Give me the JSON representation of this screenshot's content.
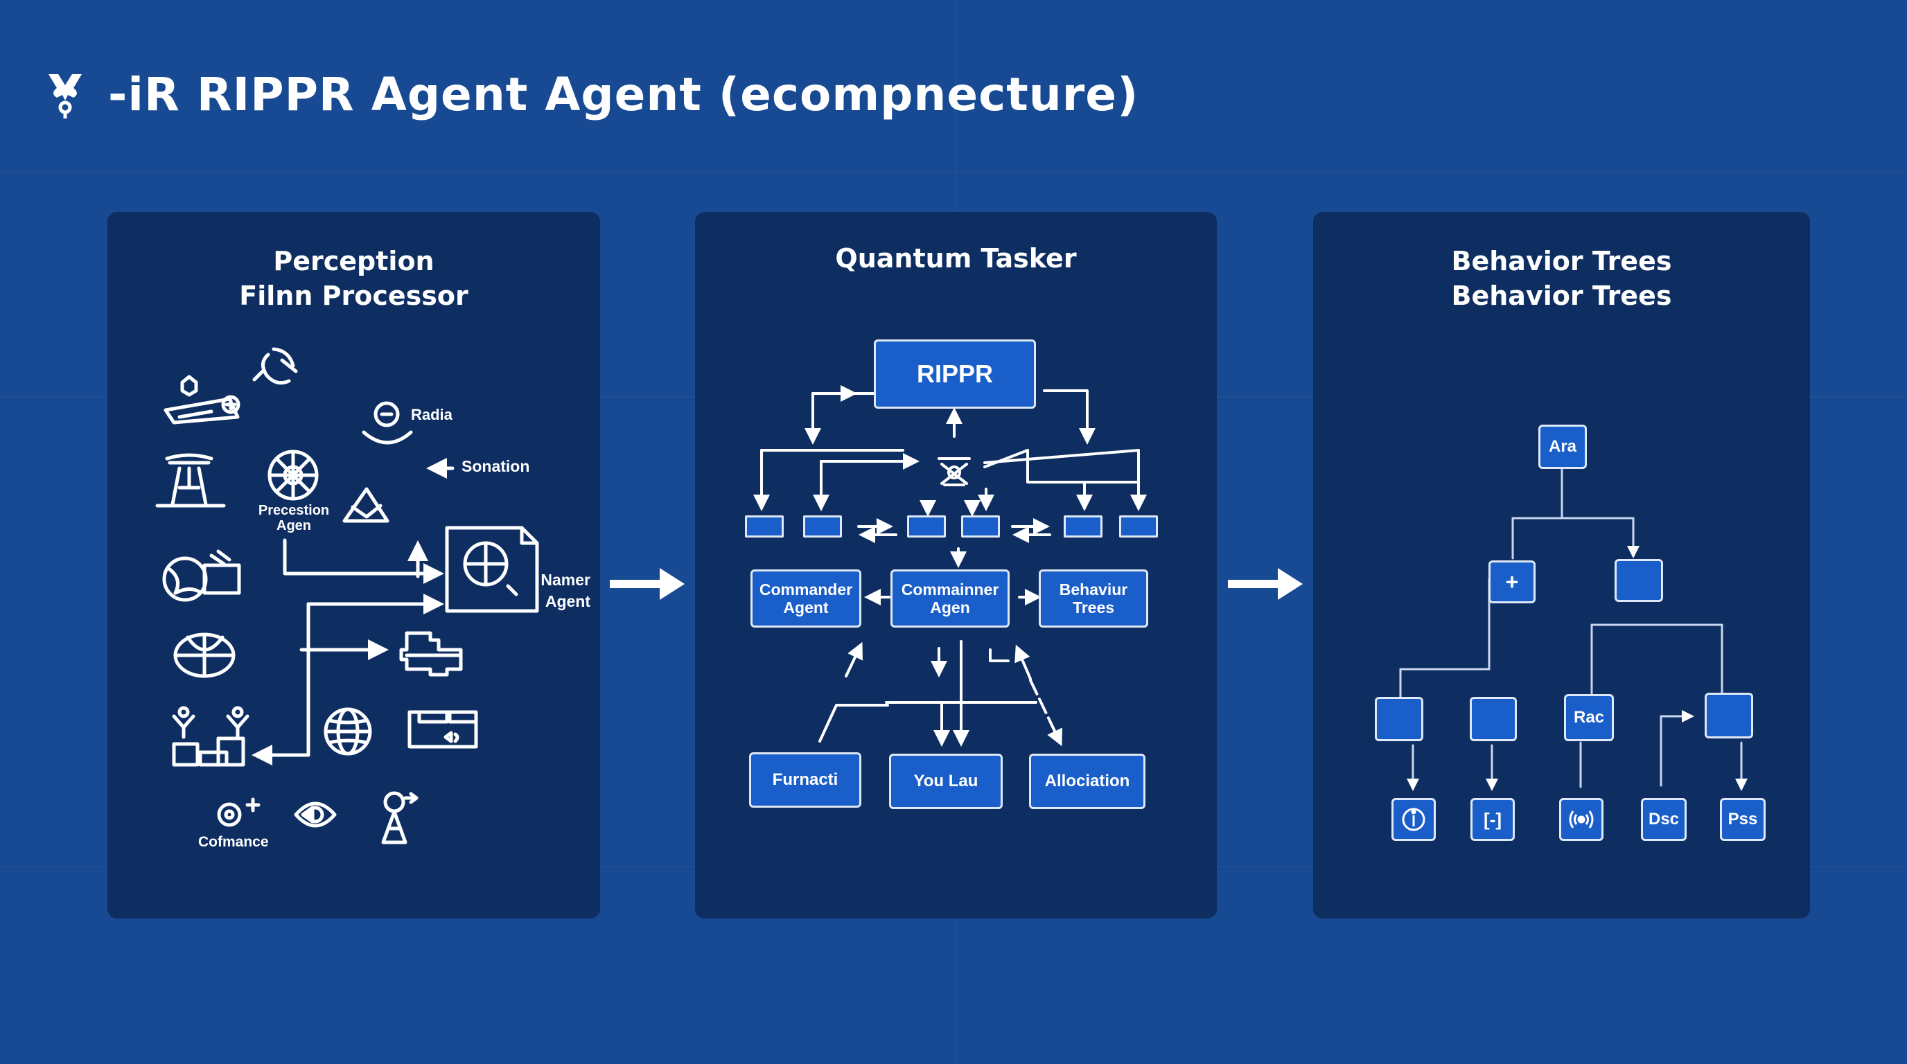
{
  "title": "-iR RIPPR Agent Agent  (ecompnecture)",
  "panels": {
    "perception": {
      "title_line1": "Perception",
      "title_line2": "Filnn Processor",
      "labels": {
        "radia": "Radia",
        "sonation": "Sonation",
        "precestion_1": "Precestion",
        "precestion_2": "Agen",
        "namer_1": "Namer",
        "namer_2": "Agent",
        "cofmance": "Cofmance"
      }
    },
    "quantum": {
      "title": "Quantum Tasker",
      "root": "RIPPR",
      "commander_1": "Commander",
      "commander_2": "Agent",
      "commainner_1": "Commainner",
      "commainner_2": "Agen",
      "behaviur_1": "Behaviur",
      "behaviur_2": "Trees",
      "furnacti": "Furnacti",
      "youlau": "You Lau",
      "allociation": "Allociation"
    },
    "behavior": {
      "title_line1": "Behavior Trees",
      "title_line2": "Behavior Trees",
      "root": "Ara",
      "plus": "+",
      "rac": "Rac",
      "leaf_brackets": "[-]",
      "leaf_dsc": "Dsc",
      "leaf_pss": "Pss"
    }
  },
  "colors": {
    "background": "#174a92",
    "panel": "#0e2e62",
    "box": "#1a5ec9",
    "line": "#ffffff"
  }
}
